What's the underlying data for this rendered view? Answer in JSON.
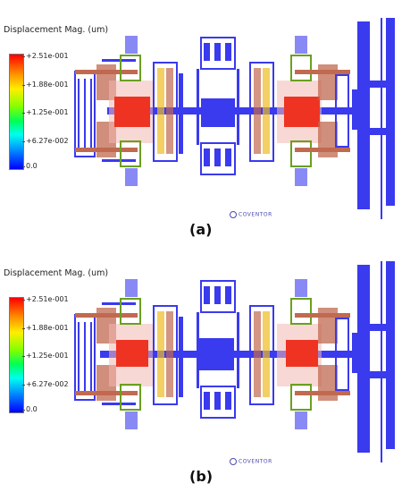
{
  "legend": {
    "title": "Displacement Mag. (um)",
    "ticks": [
      "+2.51e-001",
      "+1.88e-001",
      "+1.25e-001",
      "+6.27e-002",
      "0.0"
    ],
    "colors": [
      "#ff0000",
      "#ff8800",
      "#ffee00",
      "#88ff00",
      "#00ff55",
      "#00ffee",
      "#0088ff",
      "#0000ff"
    ]
  },
  "watermark": "COVENTOR",
  "panels": [
    {
      "caption": "(a)"
    },
    {
      "caption": "(b)"
    }
  ],
  "device_colors": {
    "frame": "#3a3aee",
    "hot": "#ee3322",
    "warm": "#c06a50",
    "comb_a": "#6aa020",
    "comb_b": "#eebb22"
  }
}
